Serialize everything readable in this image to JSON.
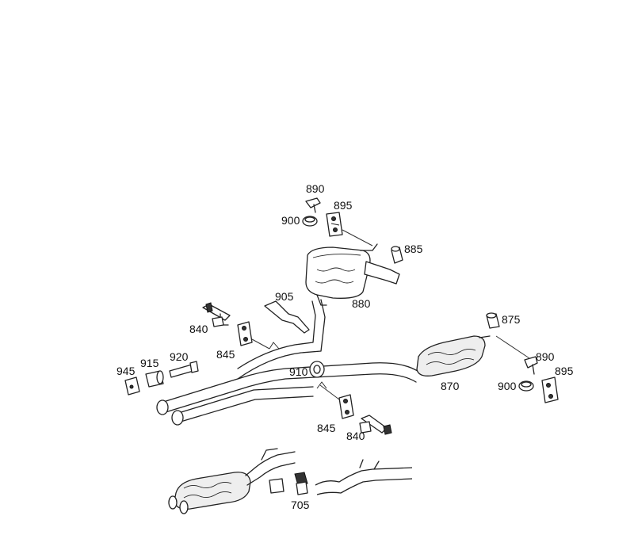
{
  "labels": {
    "l890a": "890",
    "l895a": "895",
    "l900a": "900",
    "l885": "885",
    "l880": "880",
    "l905": "905",
    "l840a": "840",
    "l845a": "845",
    "l945": "945",
    "l915": "915",
    "l920": "920",
    "l910": "910",
    "l875": "875",
    "l890b": "890",
    "l895b": "895",
    "l900b": "900",
    "l870": "870",
    "l845b": "845",
    "l840b": "840",
    "l705": "705"
  }
}
